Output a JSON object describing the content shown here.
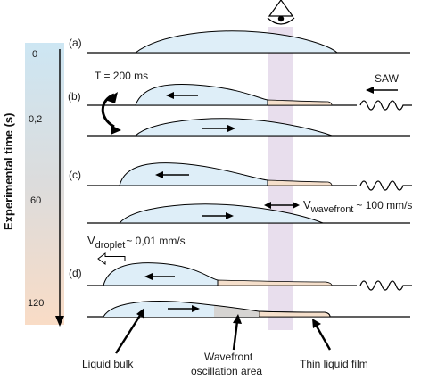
{
  "axis": {
    "title": "Experimental time (s)",
    "ticks": [
      "0",
      "0,2",
      "60",
      "120"
    ]
  },
  "panels": {
    "a": "(a)",
    "b": "(b)",
    "c": "(c)",
    "d": "(d)"
  },
  "labels": {
    "t200": "T = 200 ms",
    "saw": "SAW",
    "v_wavefront_main": "V",
    "v_wavefront_sub": "wavefront",
    "v_wavefront_val": "~ 100 mm/s",
    "v_droplet_main": "V",
    "v_droplet_sub": "droplet",
    "v_droplet_val": "~ 0,01 mm/s",
    "liquid_bulk": "Liquid bulk",
    "wavefront_line1": "Wavefront",
    "wavefront_line2": "oscillation area",
    "thin_film": "Thin liquid film"
  },
  "colors": {
    "droplet_fill": "#deeef8",
    "film_fill": "#f5dfcb",
    "oscillation_fill": "#d6d4d2",
    "observation_band": "#e7dcec",
    "time_gradient": [
      "#cde6f3",
      "#dcdcdc",
      "#f9dcc6"
    ]
  },
  "icons": [
    "eye-icon",
    "rotate-arrow-icon",
    "saw-wave-icon",
    "direction-arrow-icon"
  ]
}
